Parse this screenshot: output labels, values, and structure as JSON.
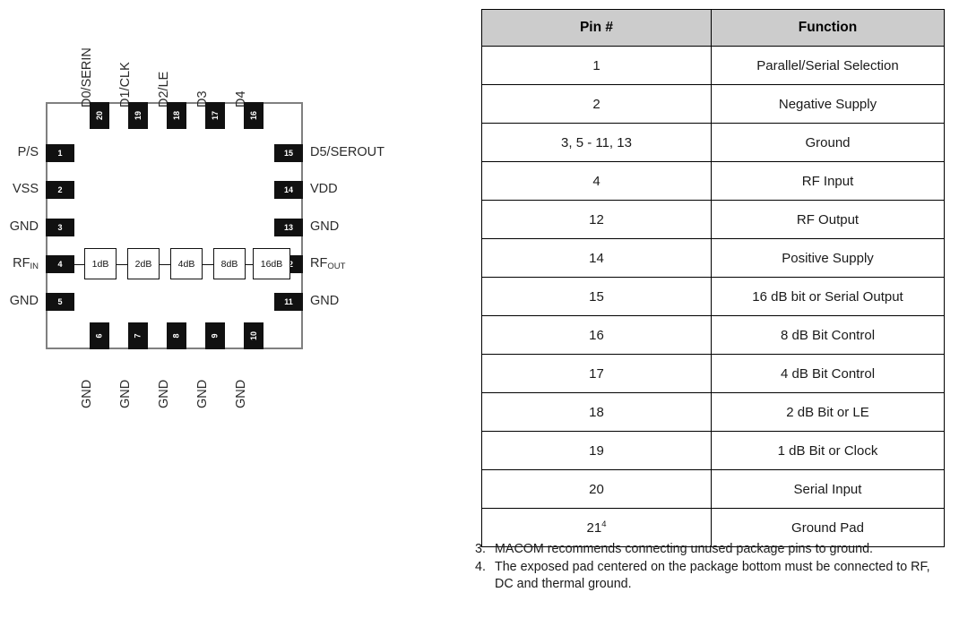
{
  "diagram": {
    "name": "qfn-20-pinout-diagram",
    "top_pins": [
      {
        "number": "20",
        "label": "D0/SERIN"
      },
      {
        "number": "19",
        "label": "D1/CLK"
      },
      {
        "number": "18",
        "label": "D2/LE"
      },
      {
        "number": "17",
        "label": "D3"
      },
      {
        "number": "16",
        "label": "D4"
      }
    ],
    "left_pins": [
      {
        "number": "1",
        "label": "P/S"
      },
      {
        "number": "2",
        "label": "VSS"
      },
      {
        "number": "3",
        "label": "GND"
      },
      {
        "number": "4",
        "label": "RF",
        "sub": "IN"
      },
      {
        "number": "5",
        "label": "GND"
      }
    ],
    "right_pins": [
      {
        "number": "15",
        "label": "D5/SEROUT"
      },
      {
        "number": "14",
        "label": "VDD"
      },
      {
        "number": "13",
        "label": "GND"
      },
      {
        "number": "12",
        "label": "RF",
        "sub": "OUT"
      },
      {
        "number": "11",
        "label": "GND"
      }
    ],
    "bottom_pins": [
      {
        "number": "6",
        "label": "GND"
      },
      {
        "number": "7",
        "label": "GND"
      },
      {
        "number": "8",
        "label": "GND"
      },
      {
        "number": "9",
        "label": "GND"
      },
      {
        "number": "10",
        "label": "GND"
      }
    ],
    "attenuator_stages": [
      "1dB",
      "2dB",
      "4dB",
      "8dB",
      "16dB"
    ]
  },
  "table": {
    "headers": [
      "Pin #",
      "Function"
    ],
    "rows": [
      {
        "pin": "1",
        "function": "Parallel/Serial Selection"
      },
      {
        "pin": "2",
        "function": "Negative Supply"
      },
      {
        "pin": "3, 5 - 11, 13",
        "function": "Ground"
      },
      {
        "pin": "4",
        "function": "RF Input"
      },
      {
        "pin": "12",
        "function": "RF Output"
      },
      {
        "pin": "14",
        "function": "Positive Supply"
      },
      {
        "pin": "15",
        "function": "16 dB bit or Serial Output"
      },
      {
        "pin": "16",
        "function": "8 dB Bit Control"
      },
      {
        "pin": "17",
        "function": "4 dB Bit Control"
      },
      {
        "pin": "18",
        "function": "2 dB Bit or LE"
      },
      {
        "pin": "19",
        "function": "1 dB Bit or Clock"
      },
      {
        "pin": "20",
        "function": "Serial Input"
      },
      {
        "pin": "21",
        "pin_sup": "4",
        "function": "Ground Pad"
      }
    ]
  },
  "footnotes": [
    {
      "num": "3.",
      "text": "MACOM recommends connecting unused package pins to ground."
    },
    {
      "num": "4.",
      "text": "The exposed pad centered on the package bottom must be connected to RF, DC and thermal ground."
    }
  ],
  "colors": {
    "pin_pad": "#111111",
    "package_outline": "#808080",
    "table_header_bg": "#cccccc",
    "table_border": "#000000"
  }
}
